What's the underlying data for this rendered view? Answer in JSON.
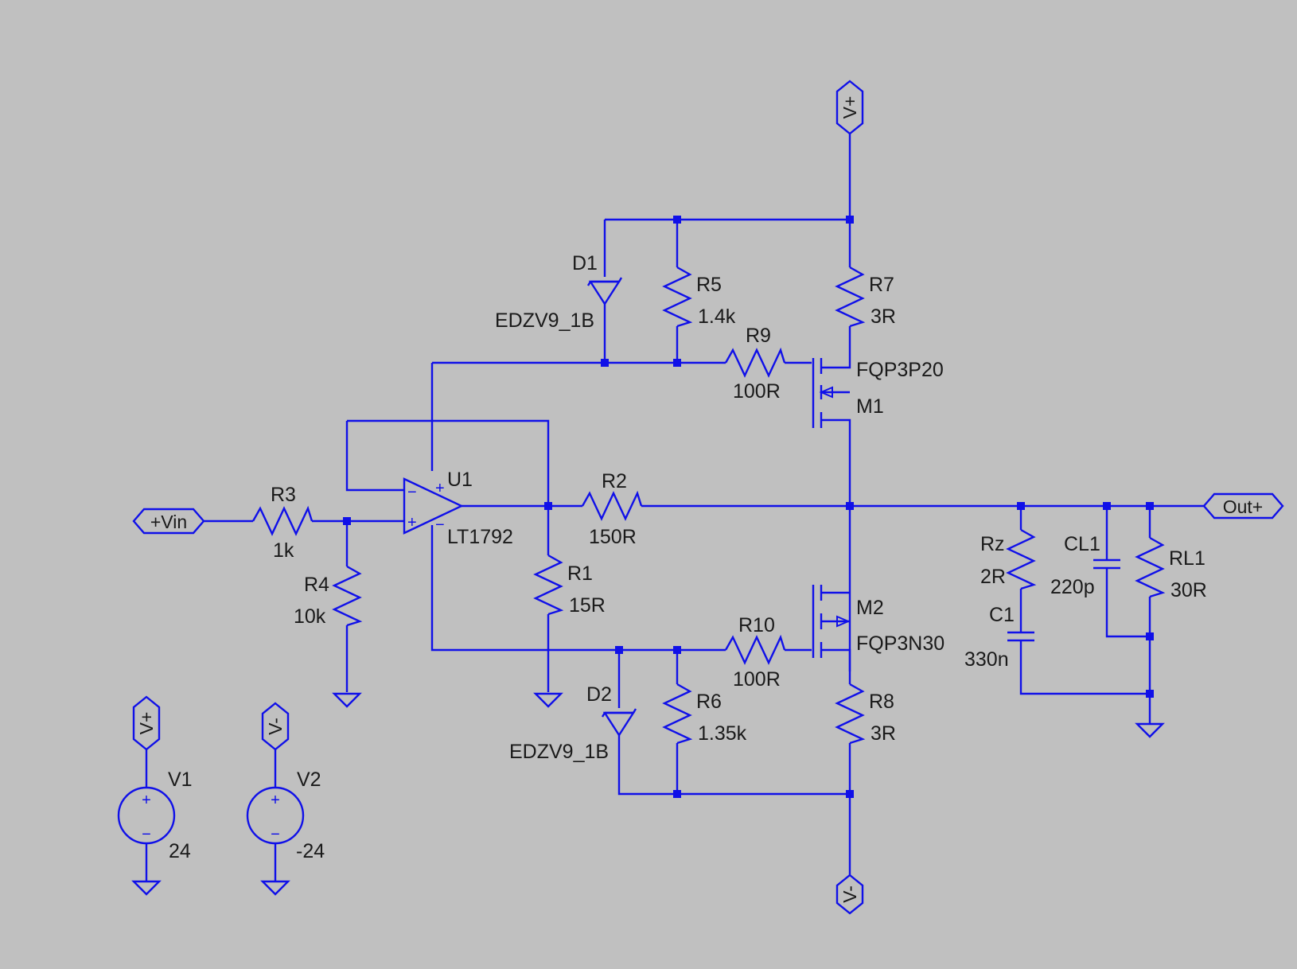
{
  "nets": {
    "vin_flag": "+Vin",
    "out_flag": "Out+",
    "vplus_top": "V+",
    "vminus_bottom": "V-",
    "v1_flag": "V+",
    "v2_flag": "V-"
  },
  "components": {
    "U1": {
      "ref": "U1",
      "value": "LT1792"
    },
    "R1": {
      "ref": "R1",
      "value": "15R"
    },
    "R2": {
      "ref": "R2",
      "value": "150R"
    },
    "R3": {
      "ref": "R3",
      "value": "1k"
    },
    "R4": {
      "ref": "R4",
      "value": "10k"
    },
    "R5": {
      "ref": "R5",
      "value": "1.4k"
    },
    "R6": {
      "ref": "R6",
      "value": "1.35k"
    },
    "R7": {
      "ref": "R7",
      "value": "3R"
    },
    "R8": {
      "ref": "R8",
      "value": "3R"
    },
    "R9": {
      "ref": "R9",
      "value": "100R"
    },
    "R10": {
      "ref": "R10",
      "value": "100R"
    },
    "Rz": {
      "ref": "Rz",
      "value": "2R"
    },
    "RL1": {
      "ref": "RL1",
      "value": "30R"
    },
    "C1": {
      "ref": "C1",
      "value": "330n"
    },
    "CL1": {
      "ref": "CL1",
      "value": "220p"
    },
    "D1": {
      "ref": "D1",
      "value": "EDZV9_1B"
    },
    "D2": {
      "ref": "D2",
      "value": "EDZV9_1B"
    },
    "M1": {
      "ref": "M1",
      "value": "FQP3P20"
    },
    "M2": {
      "ref": "M2",
      "value": "FQP3N30"
    },
    "V1": {
      "ref": "V1",
      "value": "24"
    },
    "V2": {
      "ref": "V2",
      "value": "-24"
    }
  },
  "symbols": {
    "plus": "+",
    "minus": "−"
  },
  "colors": {
    "background": "#c0c0c0",
    "wire": "#1010e8",
    "text": "#1a1a1a"
  }
}
